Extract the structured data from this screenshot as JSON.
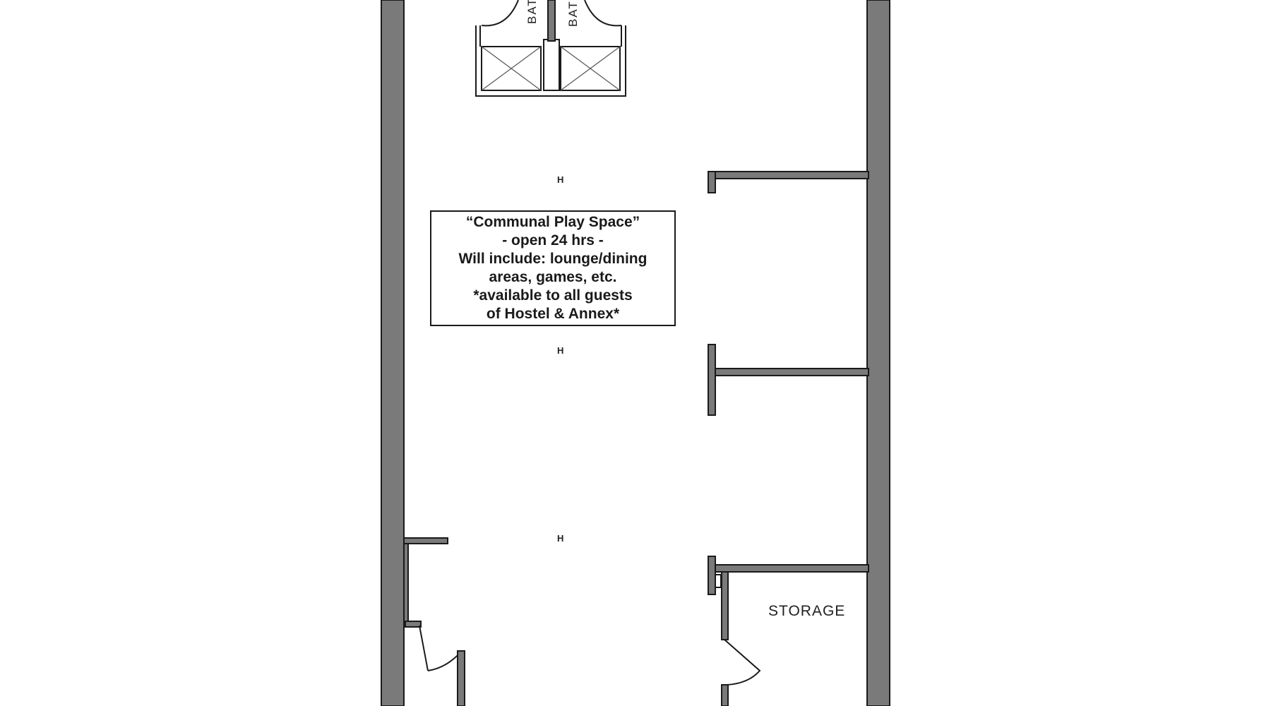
{
  "plan": {
    "bath_label_left": "BAT",
    "bath_label_right": "BAT",
    "heater_marks": [
      "H",
      "H",
      "H"
    ],
    "storage_label": "STORAGE",
    "notice": {
      "title": "“Communal Play Space”",
      "hours": "- open 24 hrs -",
      "includes_line1": "Will include: lounge/dining",
      "includes_line2": "areas, games, etc.",
      "availability_line1": "*available to all guests",
      "availability_line2": "of Hostel & Annex*"
    }
  },
  "colors": {
    "wall_fill": "#7a7a7a",
    "line": "#1a1a1a",
    "background": "#ffffff"
  }
}
